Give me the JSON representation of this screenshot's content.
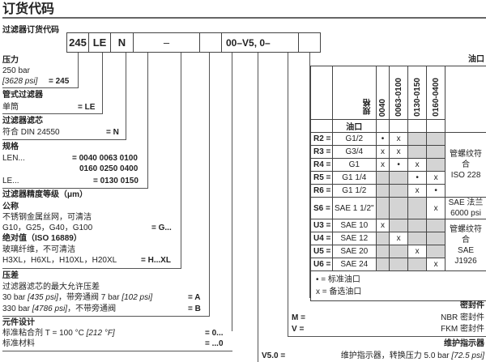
{
  "title": "订货代码",
  "code_label": "过滤器订货代码",
  "code_boxes": [
    "245",
    "LE",
    "N",
    "–",
    "",
    "00",
    "–V5, 0–",
    ""
  ],
  "pressure": {
    "heading": "压力",
    "value": "250 bar",
    "psi": "[3628 psi]",
    "code": "= 245"
  },
  "filter_type": {
    "heading": "管式过滤器",
    "desc": "单筒",
    "code": "= LE"
  },
  "element": {
    "heading": "过滤器滤芯",
    "desc": "符合 DIN 24550",
    "code": "= N"
  },
  "size": {
    "heading": "规格",
    "len_label": "LEN...",
    "len_code1": "= 0040 0063 0100",
    "len_code2": "0160 0250 0400",
    "le_label": "LE...",
    "le_code": "= 0130 0150"
  },
  "rating": {
    "heading": "过滤器精度等级（μm）",
    "nominal": "公称",
    "nominal_desc": "不锈钢金属丝网，可清洁",
    "nominal_values": "G10，G25，G40，G100",
    "nominal_code": "= G...",
    "absolute": "绝对值（ISO 16889）",
    "absolute_desc": "玻璃纤维，不可清洁",
    "absolute_values": "H3XL，H6XL，H10XL，H20XL",
    "absolute_code": "= H...XL"
  },
  "dp": {
    "heading": "压差",
    "desc": "过滤器滤芯的最大允许压差",
    "a_text": "30 bar ",
    "a_psi": "[435 psi]",
    "a_text2": "，带旁通阀 7 bar ",
    "a_psi2": "[102 psi]",
    "a_code": "= A",
    "b_text": "330 bar ",
    "b_psi": "[4786 psi]",
    "b_text2": "，不带旁通阀",
    "b_code": "= B"
  },
  "design": {
    "heading": "元件设计",
    "std_text": "标准粘合剂 T = 100 °C ",
    "std_f": "[212 °F]",
    "std_code": "= 0...",
    "mat_text": "标准材料",
    "mat_code": "= ...0"
  },
  "ports": {
    "heading": "油口",
    "size_label": "规格",
    "port_col": "油口",
    "sizes": [
      "0040",
      "0063-0100",
      "0130-0150",
      "0160-0400"
    ],
    "rows": [
      {
        "code": "R2 =",
        "port": "G1/2",
        "cells": [
          "•",
          "x",
          "g",
          "g"
        ]
      },
      {
        "code": "R3 =",
        "port": "G3/4",
        "cells": [
          "x",
          "x",
          "g",
          "g"
        ]
      },
      {
        "code": "R4 =",
        "port": "G1",
        "cells": [
          "x",
          "•",
          "x",
          "g"
        ]
      },
      {
        "code": "R5 =",
        "port": "G1 1/4",
        "cells": [
          "g",
          "g",
          "•",
          "x"
        ]
      },
      {
        "code": "R6 =",
        "port": "G1 1/2",
        "cells": [
          "g",
          "g",
          "x",
          "•"
        ]
      },
      {
        "code": "S6 =",
        "port": "SAE 1 1/2\"",
        "cells": [
          "g",
          "g",
          "g",
          "x"
        ]
      },
      {
        "code": "U3 =",
        "port": "SAE 10",
        "cells": [
          "x",
          "g",
          "g",
          "g"
        ]
      },
      {
        "code": "U4 =",
        "port": "SAE 12",
        "cells": [
          "g",
          "x",
          "g",
          "g"
        ]
      },
      {
        "code": "U5 =",
        "port": "SAE 20",
        "cells": [
          "g",
          "g",
          "x",
          "g"
        ]
      },
      {
        "code": "U6 =",
        "port": "SAE 24",
        "cells": [
          "g",
          "g",
          "g",
          "x"
        ]
      }
    ],
    "remark_iso1": "管螺纹符合",
    "remark_iso2": "ISO 228",
    "remark_sae1": "SAE 法兰",
    "remark_sae2": "6000 psi",
    "remark_j1": "管螺纹符合",
    "remark_j2": "SAE J1926",
    "legend_std": "• = 标准油口",
    "legend_alt": "x = 备选油口"
  },
  "seals": {
    "heading": "密封件",
    "m_code": "M =",
    "m_text": "NBR 密封件",
    "v_code": "V =",
    "v_text": "FKM 密封件"
  },
  "indicator": {
    "heading": "维护指示器",
    "code": "V5.0 =",
    "text": "维护指示器，转换压力 5.0 bar ",
    "psi": "[72.5 psi]"
  }
}
